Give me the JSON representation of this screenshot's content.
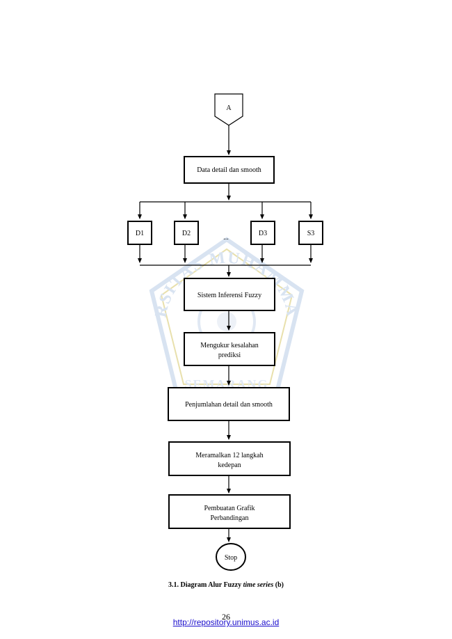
{
  "watermark": {
    "ring_text": "UNIVERSITAS MUHAMMADIYAH",
    "bottom_text": "SEMARANG"
  },
  "diagram": {
    "connector": "A",
    "data_node": "Data detail dan smooth",
    "branches": [
      "D1",
      "D2",
      "D3",
      "S3"
    ],
    "ellipsis": "...",
    "inference_node": "Sistem Inferensi Fuzzy",
    "error_node": [
      "Mengukur kesalahan",
      "prediksi"
    ],
    "sum_node": "Penjumlahan detail dan smooth",
    "forecast_node": [
      "Meramalkan 12 langkah",
      "kedepan"
    ],
    "chart_node": [
      "Pembuatan Grafik",
      "Perbandingan"
    ],
    "end_node": "Stop"
  },
  "caption": {
    "prefix": "3.1. Diagram Alur Fuzzy",
    "italic": "time series",
    "suffix": "(b)"
  },
  "footer": {
    "page_number": "26",
    "link": "http://repository.unimus.ac.id"
  },
  "colors": {
    "line": "#000000",
    "link": "#1a0dcc",
    "watermark": "#8fb0d8"
  }
}
